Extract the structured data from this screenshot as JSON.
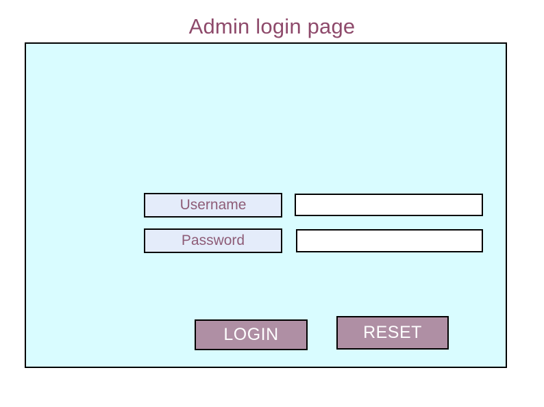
{
  "page": {
    "title": "Admin login page",
    "title_color": "#8E4A6B",
    "background_color": "#FFFFFF"
  },
  "panel": {
    "background_color": "#D9FCFF",
    "border_color": "#000000"
  },
  "form": {
    "fields": [
      {
        "label": "Username",
        "value": "",
        "placeholder": "",
        "label_background": "#E4ECFA",
        "label_text_color": "#8E5C77",
        "input_background": "#FFFFFF"
      },
      {
        "label": "Password",
        "value": "",
        "placeholder": "",
        "label_background": "#E4ECFA",
        "label_text_color": "#8E5C77",
        "input_background": "#FFFFFF"
      }
    ],
    "buttons": [
      {
        "label": "LOGIN",
        "background_color": "#AF8FA4",
        "text_color": "#FFFFFF"
      },
      {
        "label": "RESET",
        "background_color": "#AF8FA4",
        "text_color": "#FFFFFF"
      }
    ]
  }
}
